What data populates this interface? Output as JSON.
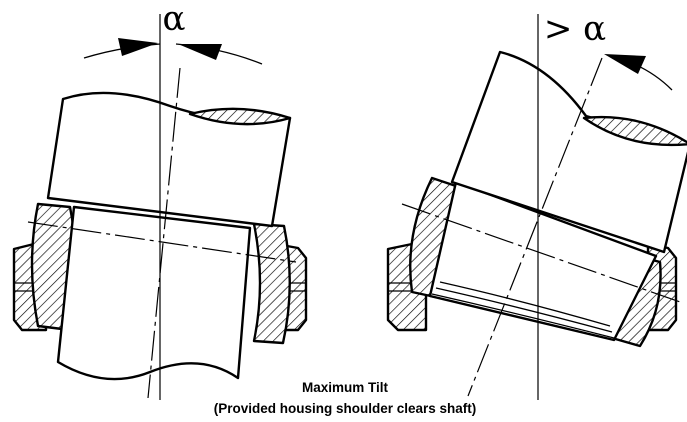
{
  "figure": {
    "left_angle_label": "α",
    "right_angle_label": "> α",
    "caption_line1": "Maximum Tilt",
    "caption_line2": "(Provided housing shoulder clears shaft)"
  }
}
